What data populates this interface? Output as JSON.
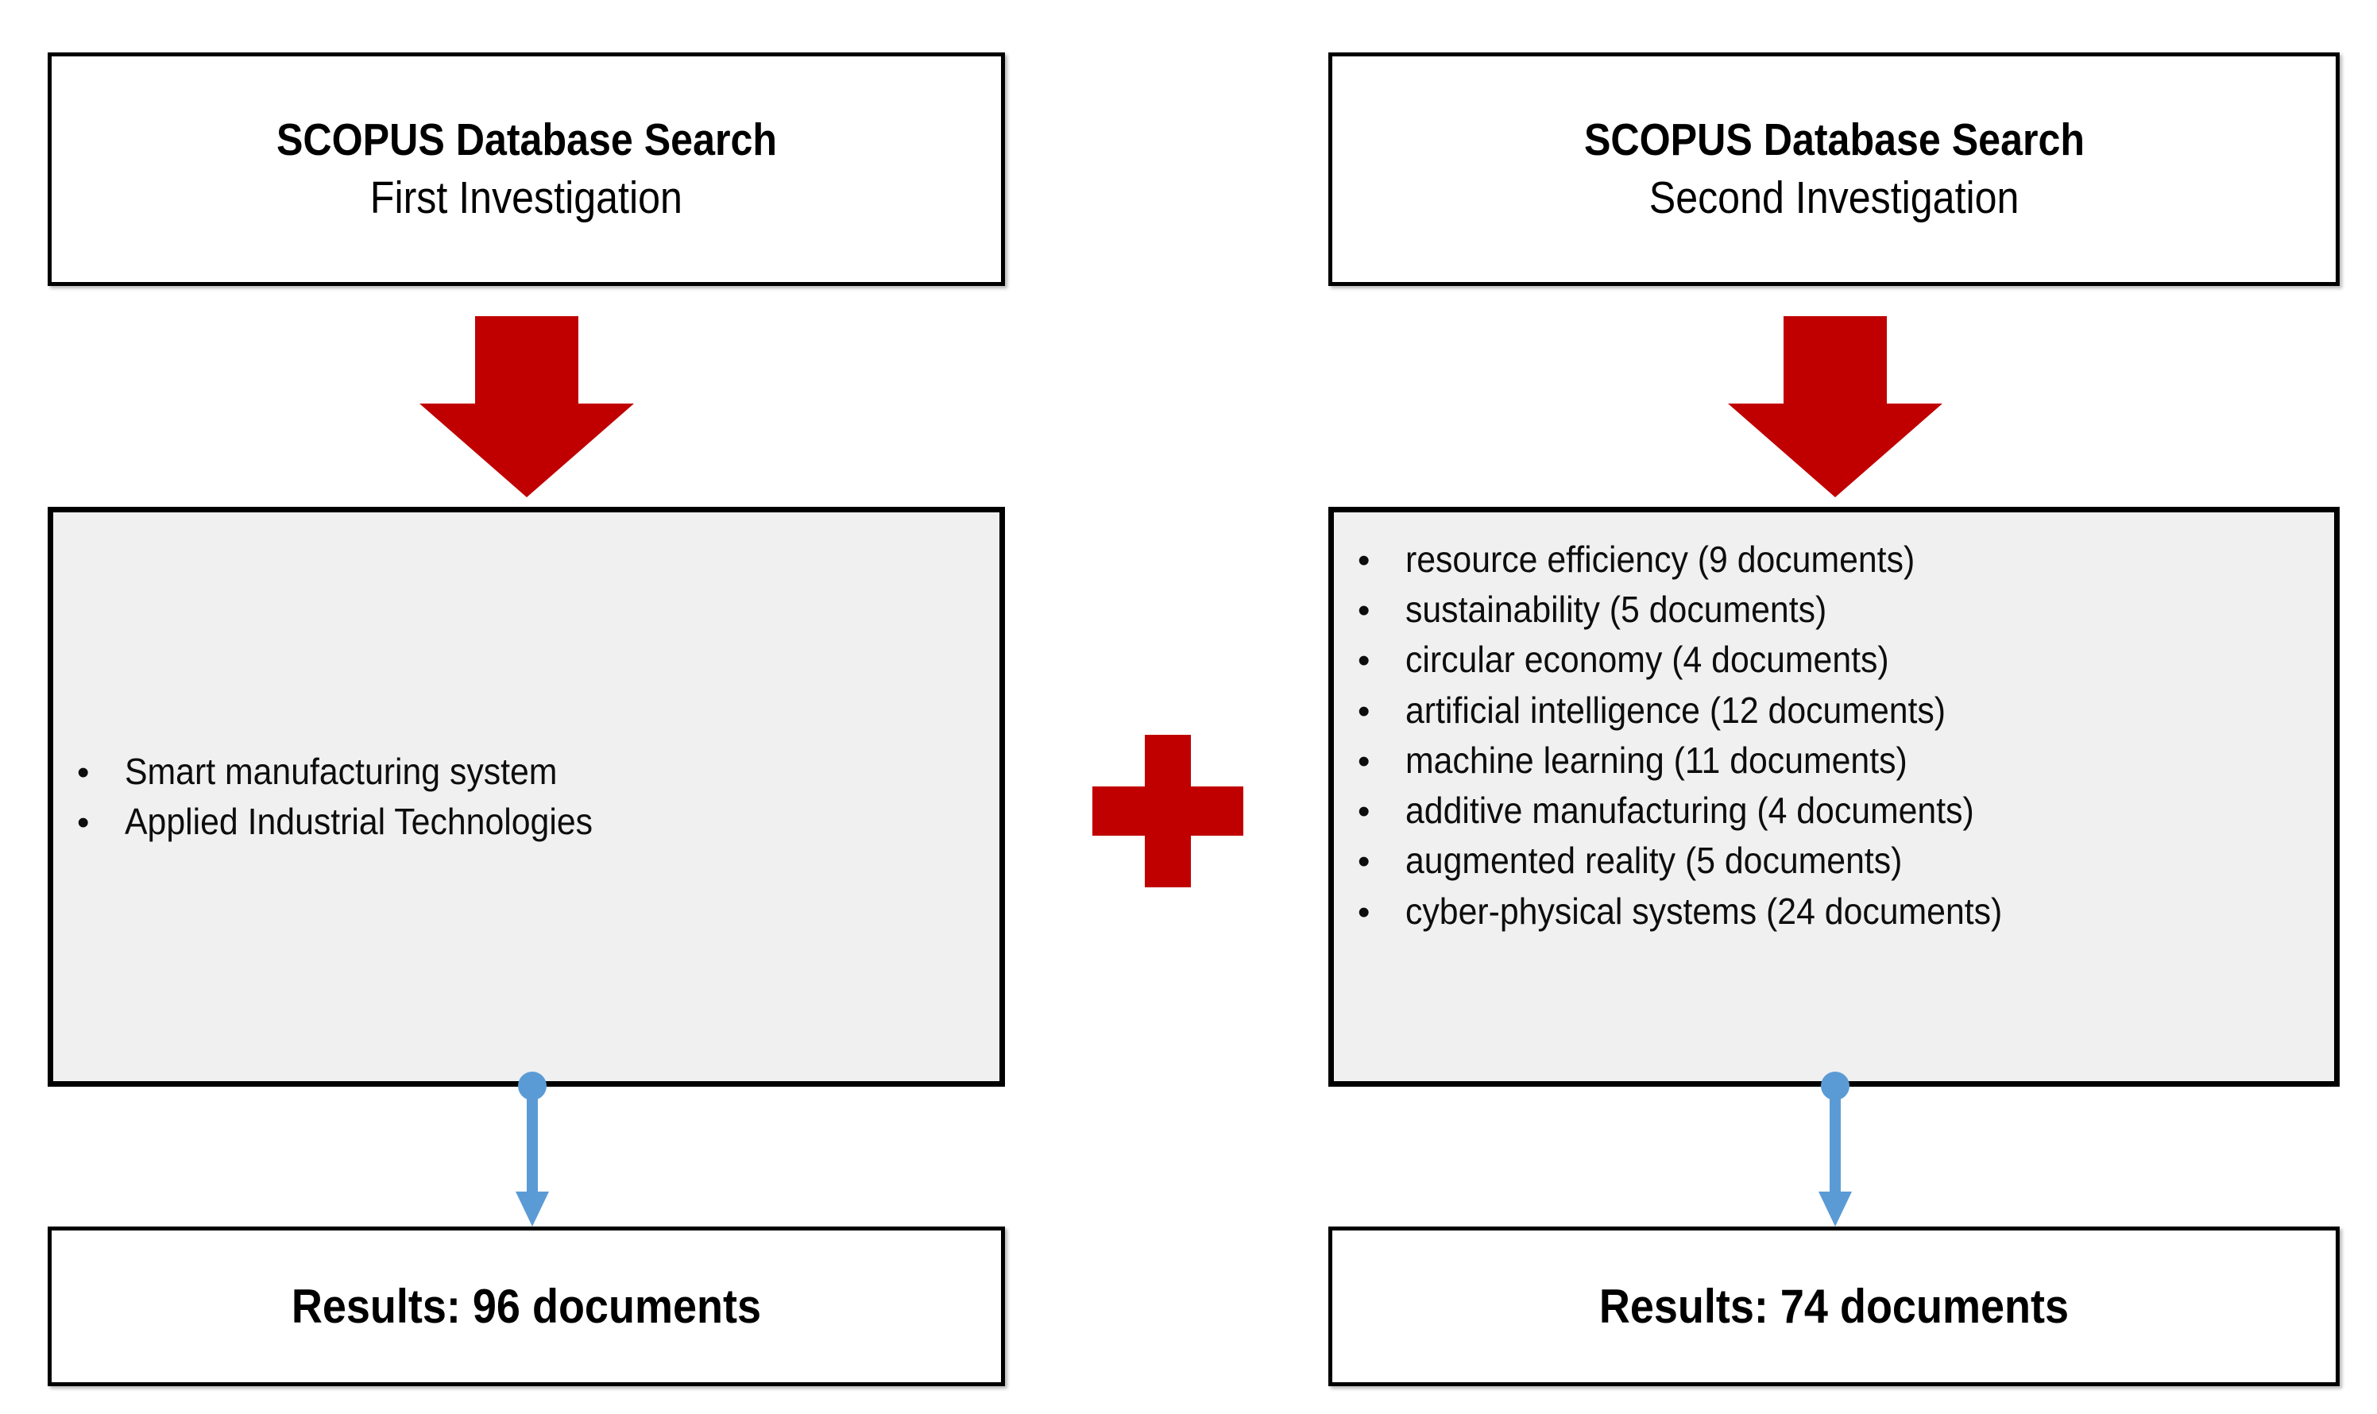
{
  "colors": {
    "arrow_red": "#C00000",
    "plus_red": "#C00000",
    "connector_blue": "#5B9BD5",
    "box_border": "#000000",
    "box_fill_white": "#FFFFFF",
    "box_fill_gray": "#F0F0F0",
    "text": "#000000"
  },
  "left_column": {
    "search_box": {
      "title": "SCOPUS Database Search",
      "subtitle": "First Investigation"
    },
    "arrow": {
      "icon": "down-arrow-icon",
      "direction": "down"
    },
    "criteria_box": {
      "bullets": [
        "Smart manufacturing system",
        "Applied Industrial Technologies"
      ]
    },
    "connector": {
      "icon": "down-connector-arrow-icon"
    },
    "result_box": {
      "label": "Results: 96 documents",
      "count": 96,
      "unit": "documents"
    }
  },
  "right_column": {
    "search_box": {
      "title": "SCOPUS Database Search",
      "subtitle": "Second Investigation"
    },
    "arrow": {
      "icon": "down-arrow-icon",
      "direction": "down"
    },
    "criteria_box": {
      "bullets": [
        "resource efficiency (9 documents)",
        "sustainability (5 documents)",
        "circular economy (4 documents)",
        "artificial intelligence (12 documents)",
        "machine learning (11 documents)",
        "additive manufacturing (4 documents)",
        "augmented reality (5 documents)",
        "cyber-physical systems (24 documents)"
      ],
      "keyword_counts": [
        {
          "keyword": "resource efficiency",
          "documents": 9
        },
        {
          "keyword": "sustainability",
          "documents": 5
        },
        {
          "keyword": "circular economy",
          "documents": 4
        },
        {
          "keyword": "artificial intelligence",
          "documents": 12
        },
        {
          "keyword": "machine learning",
          "documents": 11
        },
        {
          "keyword": "additive manufacturing",
          "documents": 4
        },
        {
          "keyword": "augmented reality",
          "documents": 5
        },
        {
          "keyword": "cyber-physical systems",
          "documents": 24
        }
      ]
    },
    "connector": {
      "icon": "down-connector-arrow-icon"
    },
    "result_box": {
      "label": "Results: 74 documents",
      "count": 74,
      "unit": "documents"
    }
  },
  "combiner": {
    "icon": "plus-icon",
    "symbol": "+"
  }
}
